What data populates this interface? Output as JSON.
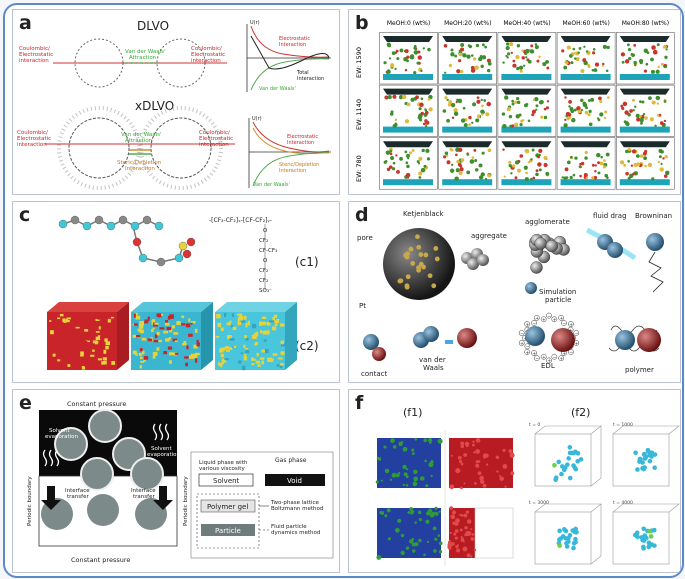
{
  "panels": {
    "a": {
      "label": "a",
      "title_top": "DLVO",
      "title_bottom": "xDLVO",
      "coulombic": "Coulombic/\nElectrostatic\ninteraction",
      "vdw": "Van der Waals'\nAttraction",
      "electrostatic": "Electrostatic\nInteraction",
      "total": "Total\nInteraction",
      "steric": "Steric/Depletion\nInteraction",
      "steric_short": "Steric/Depletion\nInteraction",
      "axis_u": "U(r)",
      "axis_r": "r"
    },
    "b": {
      "label": "b",
      "columns": [
        "MeOH:0  (wt%)",
        "MeOH:20  (wt%)",
        "MeOH:40  (wt%)",
        "MeOH:60  (wt%)",
        "MeOH:80  (wt%)"
      ],
      "rows": [
        "EW: 1590",
        "EW: 1140",
        "EW: 780"
      ]
    },
    "c": {
      "label": "c",
      "c1": "(c1)",
      "c2": "(c2)",
      "formula_top": "-[CF₂-CF₂]ₓ-[CF-CF₂]ᵧ-"
    },
    "d": {
      "label": "d",
      "ketjenblack": "Ketjenblack",
      "pore": "pore",
      "pt": "Pt",
      "aggregate": "aggregate",
      "agglomerate": "agglomerate",
      "simulation": "Simulation\nparticle",
      "fluid_drag": "fluid drag",
      "brownian": "Browninan",
      "contact": "contact",
      "vdw": "van der\nWaals",
      "edl": "EDL",
      "polymer": "polymer"
    },
    "e": {
      "label": "e",
      "const_top": "Constant pressure",
      "const_bottom": "Constant pressure",
      "periodic": "Periodic boundary",
      "solvent_evap": "Solvent\nevaporation",
      "interface": "Interface\ntransfer",
      "liquid_phase": "Liquid phase with\nvarious viscosity",
      "solvent": "Solvent",
      "gas_phase": "Gas phase",
      "void": "Void",
      "polymer_gel": "Polymer gel",
      "particle": "Particle",
      "lattice": "Two-phase lattice\nBoltzmann method",
      "fluid_particle": "Fluid particle\ndynamics method"
    },
    "f": {
      "label": "f",
      "f1": "(f1)",
      "f2": "(f2)",
      "times": [
        "t = 0",
        "t = 1000",
        "t = 3000",
        "t = 4000"
      ]
    }
  }
}
